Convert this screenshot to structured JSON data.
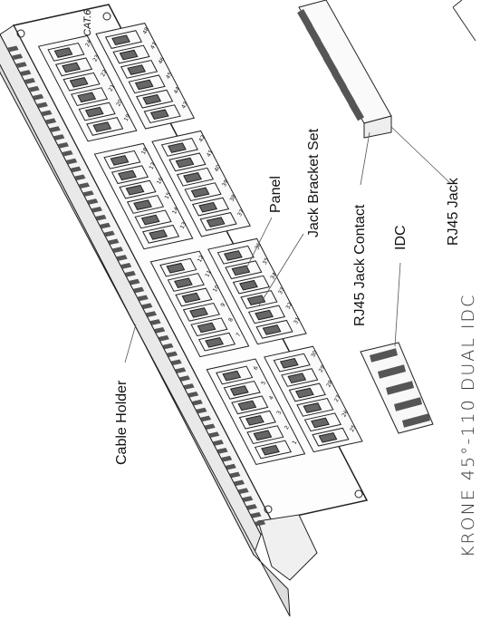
{
  "labels": {
    "cat": "CAT.6",
    "cable_holder": "Cable Holder",
    "panel": "Panel",
    "jack_bracket_set": "Jack Bracket Set",
    "rj45_jack_contact": "RJ45 Jack Contact",
    "idc": "IDC",
    "rj45_jack": "RJ45 Jack",
    "title": "KRONE 45°-110 DUAL IDC"
  },
  "port_numbers": {
    "top_row_left": [
      "1",
      "2",
      "3",
      "4",
      "5",
      "6",
      "7",
      "8",
      "9",
      "10",
      "11",
      "12",
      "13",
      "14",
      "15",
      "16",
      "17",
      "18",
      "19",
      "20",
      "21",
      "22",
      "23",
      "24"
    ],
    "bottom_row": [
      "25",
      "26",
      "27",
      "28",
      "29",
      "30",
      "31",
      "32",
      "33",
      "34",
      "35",
      "36",
      "37",
      "38",
      "39",
      "40",
      "41",
      "42",
      "43",
      "44",
      "45",
      "46",
      "47",
      "48"
    ]
  },
  "colors": {
    "line": "#222222",
    "fill_dark": "#444444",
    "background": "#ffffff"
  }
}
